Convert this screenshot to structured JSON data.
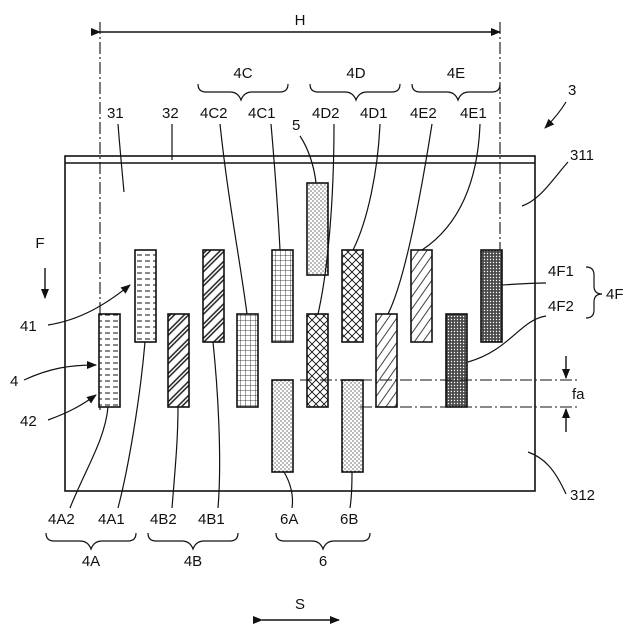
{
  "figure": {
    "width_label": "H",
    "flow_label": "F",
    "scan_label": "S",
    "offset_label": "fa",
    "labels": {
      "ref3": "3",
      "ref31": "31",
      "ref32": "32",
      "ref311": "311",
      "ref312": "312",
      "ref4": "4",
      "ref41": "41",
      "ref42": "42",
      "ref5": "5",
      "ref4C": "4C",
      "ref4C2": "4C2",
      "ref4C1": "4C1",
      "ref4D": "4D",
      "ref4D2": "4D2",
      "ref4D1": "4D1",
      "ref4E": "4E",
      "ref4E2": "4E2",
      "ref4E1": "4E1",
      "ref4F1": "4F1",
      "ref4F2": "4F2",
      "ref4F": "4F",
      "ref4A2": "4A2",
      "ref4A1": "4A1",
      "ref4A": "4A",
      "ref4B2": "4B2",
      "ref4B1": "4B1",
      "ref4B": "4B",
      "ref6A": "6A",
      "ref6B": "6B",
      "ref6": "6"
    }
  }
}
